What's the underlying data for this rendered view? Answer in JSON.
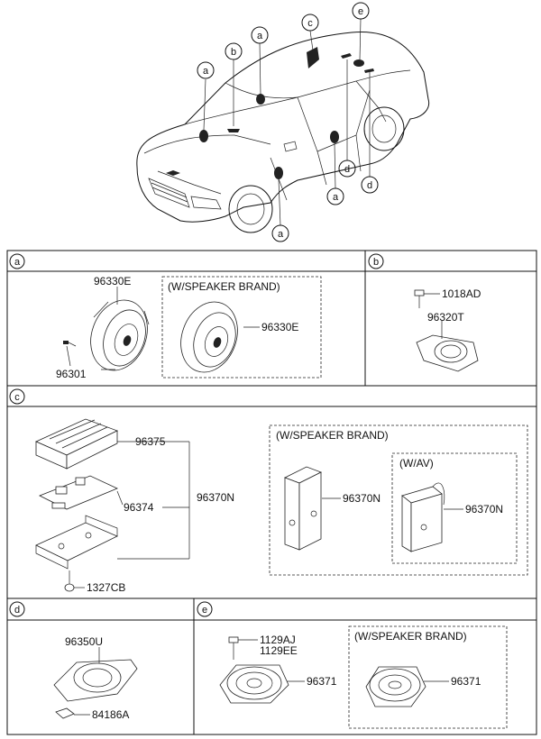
{
  "car_callouts": [
    "a",
    "b",
    "a",
    "c",
    "e",
    "a",
    "d",
    "a",
    "d"
  ],
  "panel_a": {
    "letter": "a",
    "speaker_part": "96330E",
    "screw_part": "96301",
    "brand_box_title": "(W/SPEAKER BRAND)",
    "brand_speaker_part": "96330E"
  },
  "panel_b": {
    "letter": "b",
    "bolt_part": "1018AD",
    "tweeter_part": "96320T"
  },
  "panel_c": {
    "letter": "c",
    "amp_cover_part": "96375",
    "board_part": "96374",
    "assembly_part": "96370N",
    "nut_part": "1327CB",
    "brand_box_title": "(W/SPEAKER BRAND)",
    "brand_amp_part": "96370N",
    "av_box_title": "(W/AV)",
    "av_amp_part": "96370N"
  },
  "panel_d": {
    "letter": "d",
    "speaker_part": "96350U",
    "pad_part": "84186A"
  },
  "panel_e": {
    "letter": "e",
    "screw_part_1": "1129AJ",
    "screw_part_2": "1129EE",
    "speaker_part": "96371",
    "brand_box_title": "(W/SPEAKER BRAND)",
    "brand_speaker_part": "96371"
  }
}
